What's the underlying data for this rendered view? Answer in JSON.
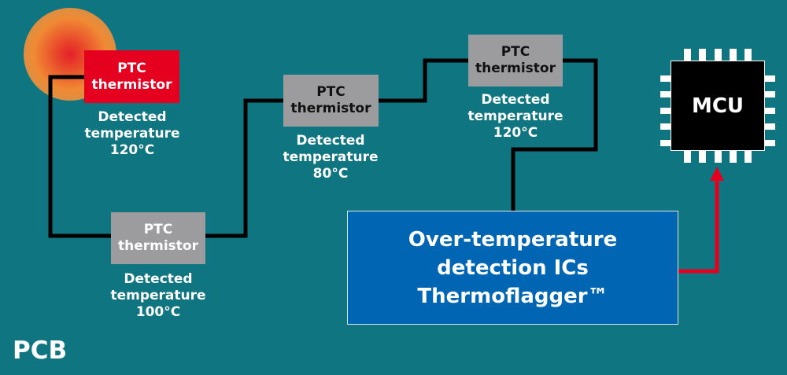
{
  "thermistors": [
    {
      "name": "PTC thermistor",
      "line1": "PTC",
      "line2": "thermistor",
      "detected_line1": "Detected",
      "detected_line2": "temperature",
      "temperature": "120°C",
      "state": "hot"
    },
    {
      "name": "PTC thermistor",
      "line1": "PTC",
      "line2": "thermistor",
      "detected_line1": "Detected",
      "detected_line2": "temperature",
      "temperature": "100°C",
      "state": "normal"
    },
    {
      "name": "PTC thermistor",
      "line1": "PTC",
      "line2": "thermistor",
      "detected_line1": "Detected",
      "detected_line2": "temperature",
      "temperature": "80°C",
      "state": "normal"
    },
    {
      "name": "PTC thermistor",
      "line1": "PTC",
      "line2": "thermistor",
      "detected_line1": "Detected",
      "detected_line2": "temperature",
      "temperature": "120°C",
      "state": "normal"
    }
  ],
  "ic": {
    "line1": "Over-temperature",
    "line2": "detection ICs",
    "line3": "Thermoflagger™"
  },
  "mcu": {
    "label": "MCU"
  },
  "board_label": "PCB",
  "colors": {
    "background": "#0f7580",
    "hot": "#e4001e",
    "thermistor": "#9c9c9e",
    "ic": "#0066b3",
    "signal": "#e4001e"
  }
}
